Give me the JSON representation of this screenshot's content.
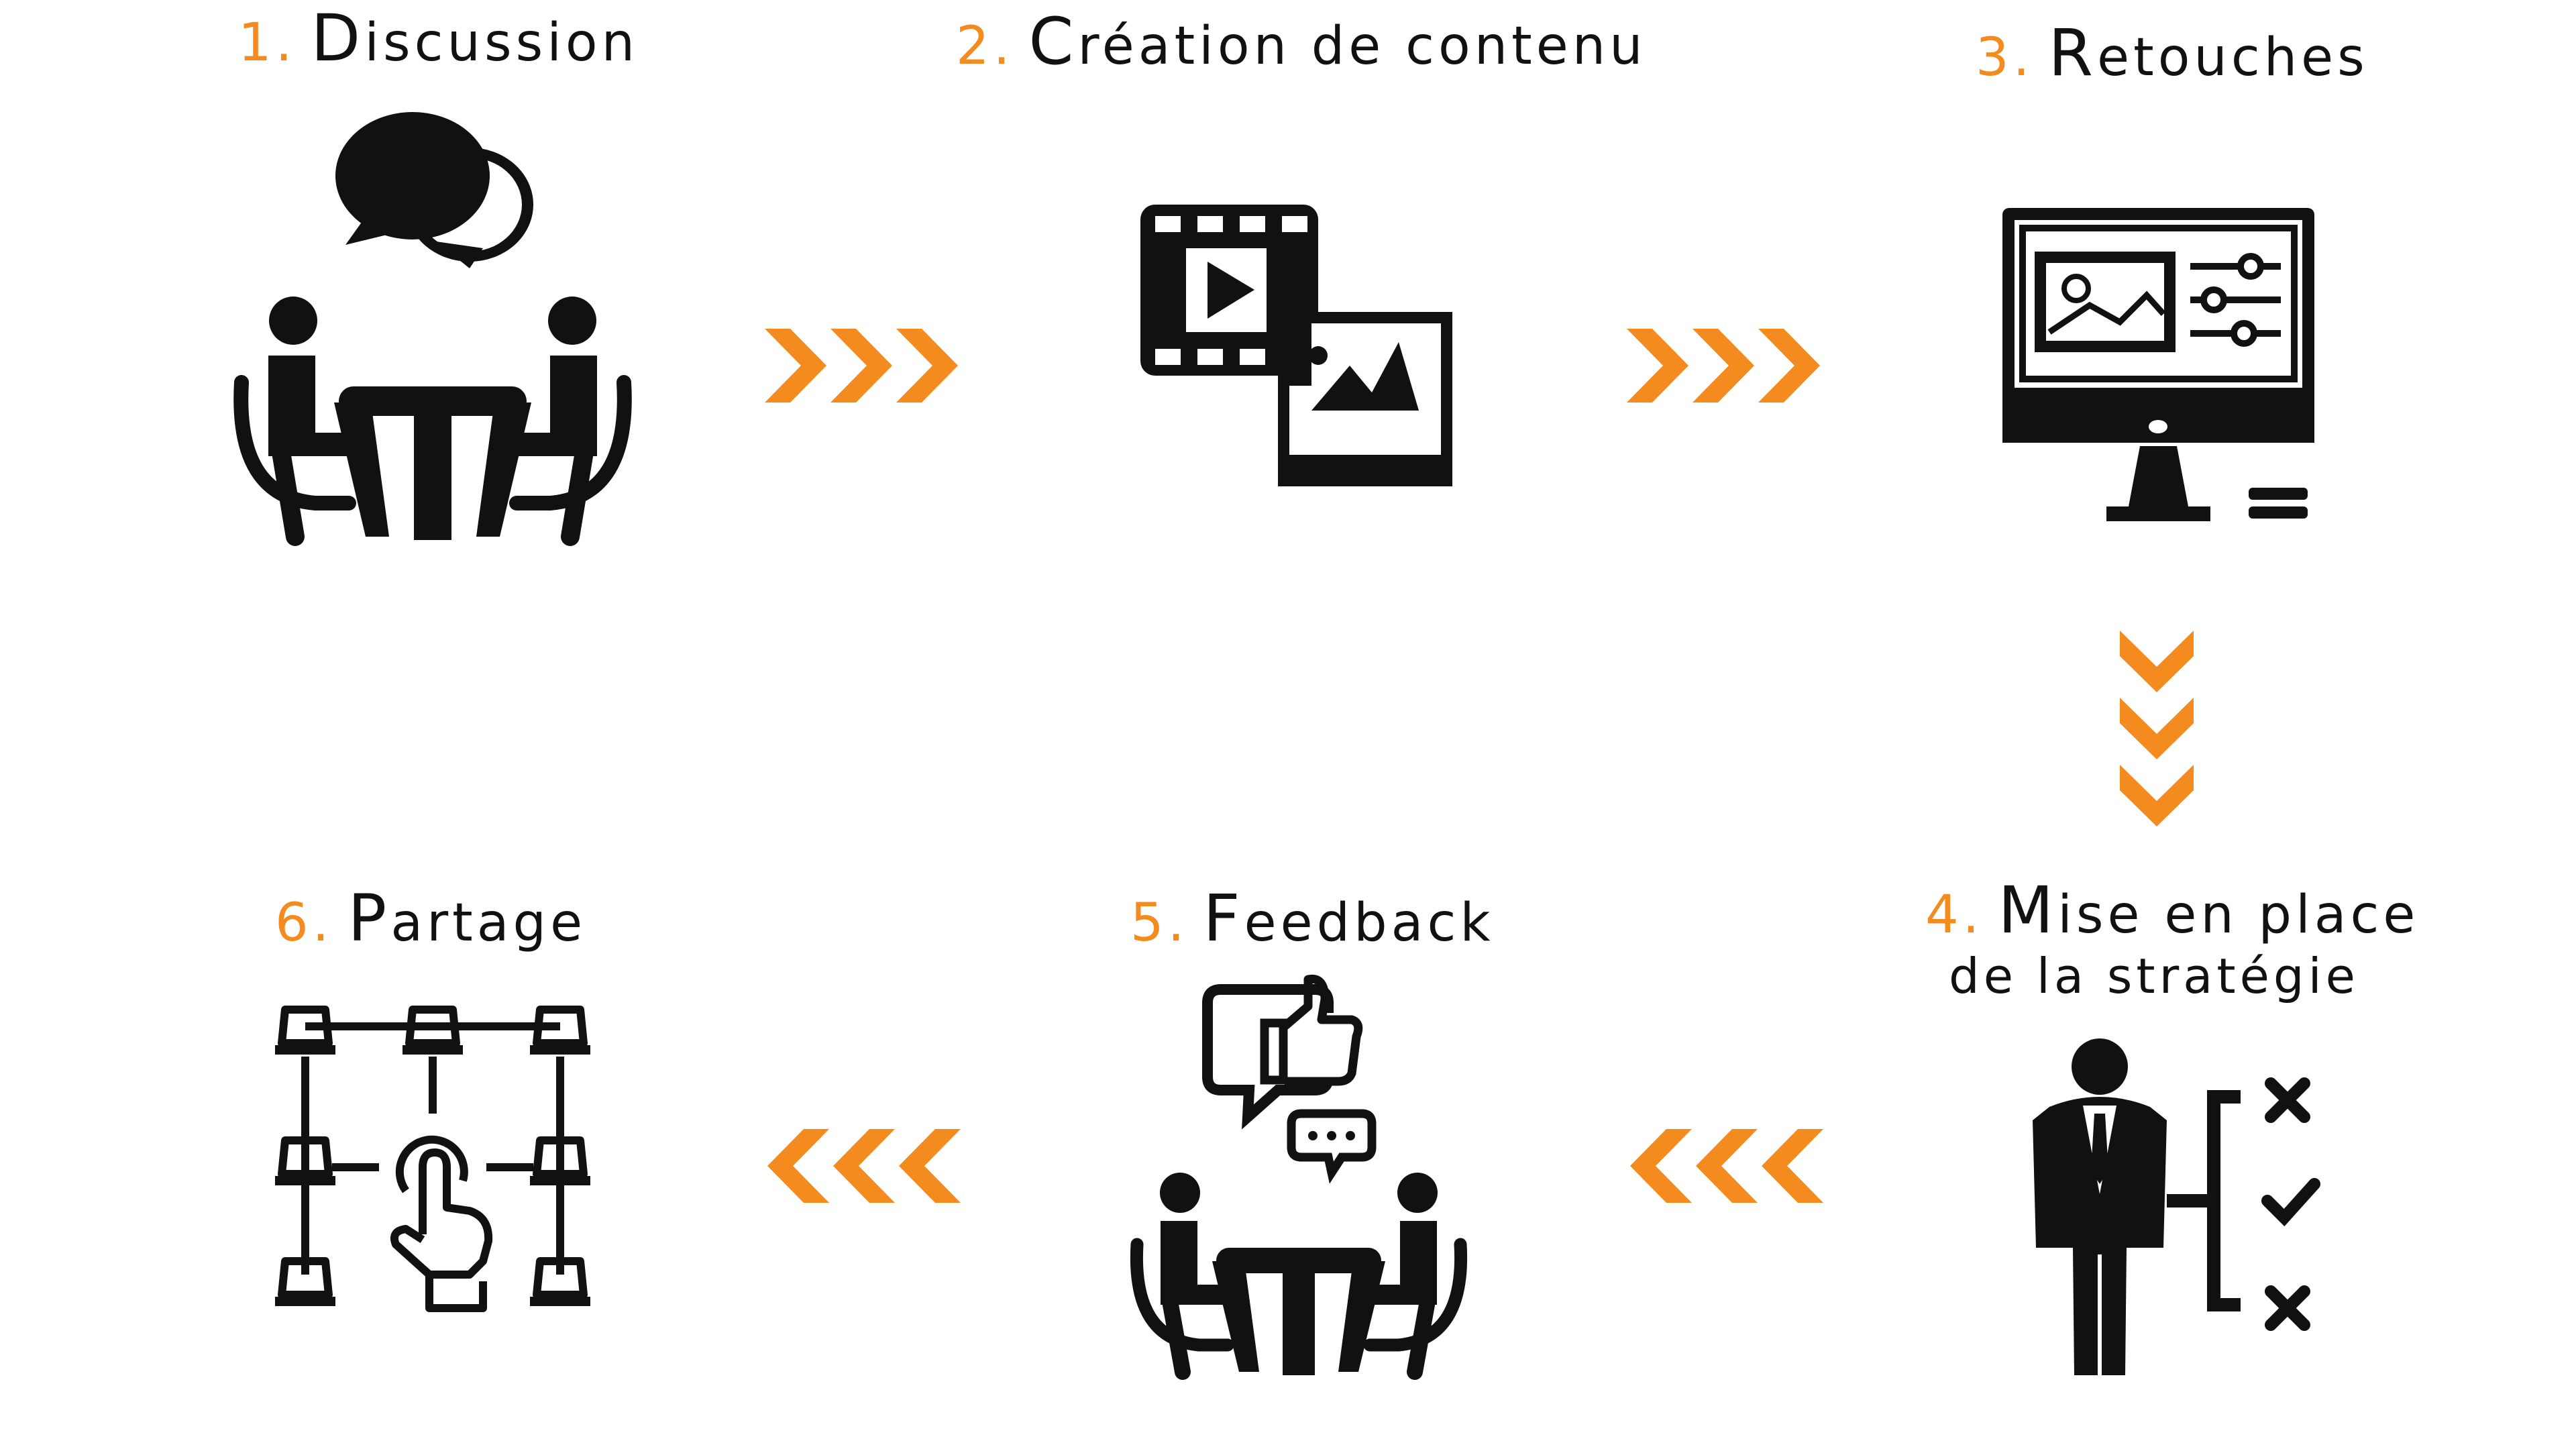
{
  "title": "",
  "colors": {
    "accent": "#F48B1E",
    "ink": "#111111",
    "background": "#ffffff"
  },
  "steps": [
    {
      "number": "1.",
      "cap": "D",
      "rest": "iscussion",
      "icon": "discussion-table-icon"
    },
    {
      "number": "2.",
      "cap": "C",
      "rest": "réation de contenu",
      "icon": "video-image-content-icon"
    },
    {
      "number": "3.",
      "cap": "R",
      "rest": "etouches",
      "icon": "monitor-editing-icon"
    },
    {
      "number": "4.",
      "cap": "M",
      "rest": "ise en place",
      "line2": "de la stratégie",
      "icon": "businessman-strategy-icon"
    },
    {
      "number": "5.",
      "cap": "F",
      "rest": "eedback",
      "icon": "feedback-meeting-icon"
    },
    {
      "number": "6.",
      "cap": "P",
      "rest": "artage",
      "icon": "sharing-network-icon"
    }
  ],
  "arrows": [
    {
      "from": "1",
      "to": "2",
      "direction": "right",
      "icon": "triple-chevron-right-icon"
    },
    {
      "from": "2",
      "to": "3",
      "direction": "right",
      "icon": "triple-chevron-right-icon"
    },
    {
      "from": "3",
      "to": "4",
      "direction": "down",
      "icon": "triple-chevron-down-icon"
    },
    {
      "from": "4",
      "to": "5",
      "direction": "left",
      "icon": "triple-chevron-left-icon"
    },
    {
      "from": "5",
      "to": "6",
      "direction": "left",
      "icon": "triple-chevron-left-icon"
    }
  ]
}
